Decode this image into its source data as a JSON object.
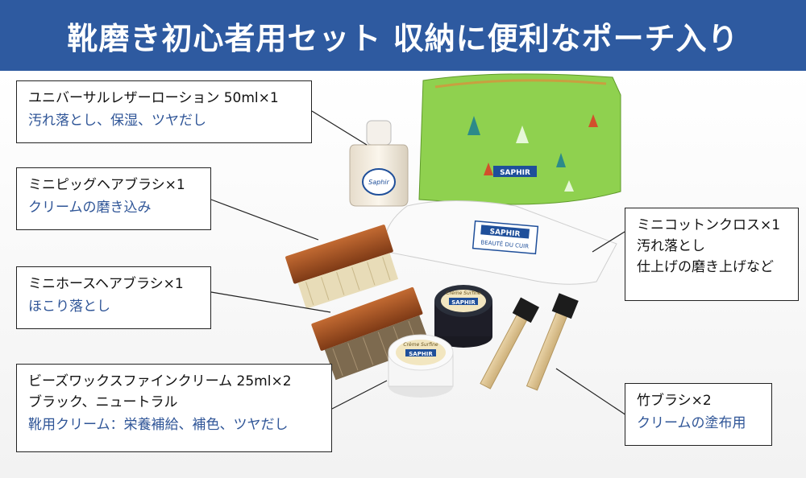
{
  "banner": {
    "title": "靴磨き初心者用セット 収納に便利なポーチ入り",
    "color": "#2e5aa0"
  },
  "brand": {
    "logo": "SAPHIR",
    "tagline": "BEAUTÉ DU CUIR",
    "cream_label": "Crème Surfine",
    "lotion_label": "Saphir"
  },
  "callouts": [
    {
      "name": "ユニバーサルレザーローション 50ml×1",
      "desc": "汚れ落とし、保湿、ツヤだし"
    },
    {
      "name": "ミニピッグヘアブラシ×1",
      "desc": "クリームの磨き込み"
    },
    {
      "name": "ミニホースヘアブラシ×1",
      "desc": "ほこり落とし"
    },
    {
      "name": "ビーズワックスファインクリーム 25ml×2",
      "sub": "ブラック、ニュートラル",
      "desc": "靴用クリーム：栄養補給、補色、ツヤだし"
    },
    {
      "name": "ミニコットンクロス×1",
      "desc": "汚れ落とし",
      "desc2": "仕上げの磨き上げなど"
    },
    {
      "name": "竹ブラシ×2",
      "desc": "クリームの塗布用"
    }
  ],
  "colors": {
    "text_blue": "#2f5597",
    "pouch_green": "#8fd14f"
  }
}
